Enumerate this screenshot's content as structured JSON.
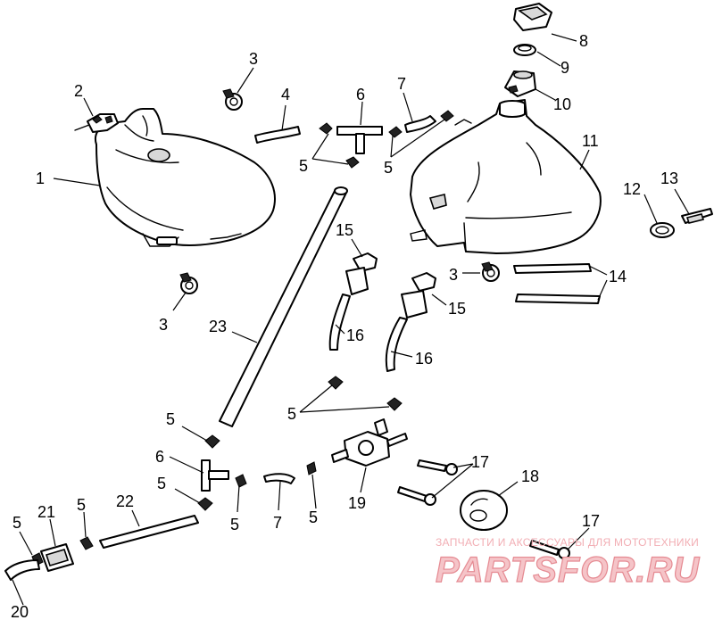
{
  "callouts": [
    {
      "id": "c1",
      "text": "1"
    },
    {
      "id": "c2",
      "text": "2"
    },
    {
      "id": "c3a",
      "text": "3"
    },
    {
      "id": "c3b",
      "text": "3"
    },
    {
      "id": "c3c",
      "text": "3"
    },
    {
      "id": "c4",
      "text": "4"
    },
    {
      "id": "c5a",
      "text": "5"
    },
    {
      "id": "c5b",
      "text": "5"
    },
    {
      "id": "c5c",
      "text": "5"
    },
    {
      "id": "c5d",
      "text": "5"
    },
    {
      "id": "c5e",
      "text": "5"
    },
    {
      "id": "c5f",
      "text": "5"
    },
    {
      "id": "c5g",
      "text": "5"
    },
    {
      "id": "c5h",
      "text": "5"
    },
    {
      "id": "c5i",
      "text": "5"
    },
    {
      "id": "c6a",
      "text": "6"
    },
    {
      "id": "c6b",
      "text": "6"
    },
    {
      "id": "c7a",
      "text": "7"
    },
    {
      "id": "c7b",
      "text": "7"
    },
    {
      "id": "c8",
      "text": "8"
    },
    {
      "id": "c9",
      "text": "9"
    },
    {
      "id": "c10",
      "text": "10"
    },
    {
      "id": "c11",
      "text": "11"
    },
    {
      "id": "c12",
      "text": "12"
    },
    {
      "id": "c13",
      "text": "13"
    },
    {
      "id": "c14",
      "text": "14"
    },
    {
      "id": "c15a",
      "text": "15"
    },
    {
      "id": "c15b",
      "text": "15"
    },
    {
      "id": "c16a",
      "text": "16"
    },
    {
      "id": "c16b",
      "text": "16"
    },
    {
      "id": "c17a",
      "text": "17"
    },
    {
      "id": "c17b",
      "text": "17"
    },
    {
      "id": "c18",
      "text": "18"
    },
    {
      "id": "c19",
      "text": "19"
    },
    {
      "id": "c20",
      "text": "20"
    },
    {
      "id": "c21",
      "text": "21"
    },
    {
      "id": "c22",
      "text": "22"
    },
    {
      "id": "c23",
      "text": "23"
    }
  ],
  "watermark": {
    "tagline": "ЗАПЧАСТИ И АКСЕССУАРЫ ДЛЯ МОТОТЕХНИКИ",
    "brand": "PARTSFOR.RU",
    "color": "#f5c4c8"
  }
}
